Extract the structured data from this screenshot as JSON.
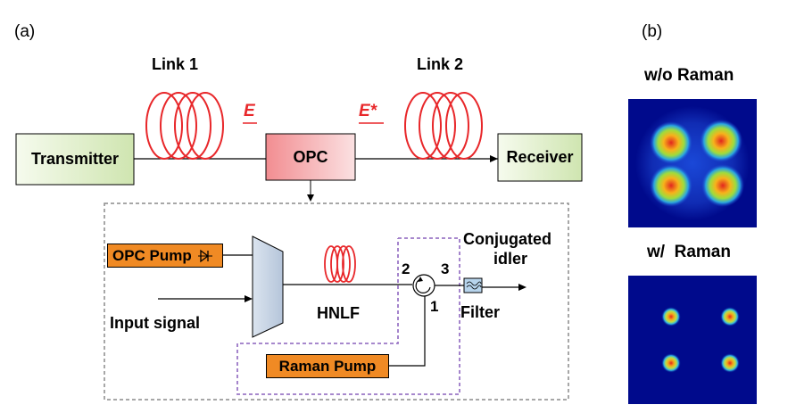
{
  "panel_a": {
    "label": "(a)",
    "link1_label": "Link 1",
    "link2_label": "Link 2",
    "field_e": "E",
    "field_e_conj": "E*",
    "transmitter": "Transmitter",
    "opc": "OPC",
    "receiver": "Receiver",
    "opc_pump": "OPC Pump",
    "input_signal": "Input signal",
    "hnlf": "HNLF",
    "raman_pump": "Raman Pump",
    "conjugated_idler_line1": "Conjugated",
    "conjugated_idler_line2": "idler",
    "filter": "Filter",
    "port_1": "1",
    "port_2": "2",
    "port_3": "3"
  },
  "panel_b": {
    "label": "(b)",
    "top_title": "w/o Raman",
    "bottom_title": "w/  Raman"
  },
  "colors": {
    "fiber_red": "#e8272a",
    "opc_box": "#f4a8aa",
    "green_box": "#e7f2d6",
    "orange_box": "#f08a24",
    "purple_dash": "#9b77c6",
    "gray_dash": "#8a8a8a",
    "mux_fill": "#c9d5e4",
    "constellation_bg": "#000a8c"
  }
}
